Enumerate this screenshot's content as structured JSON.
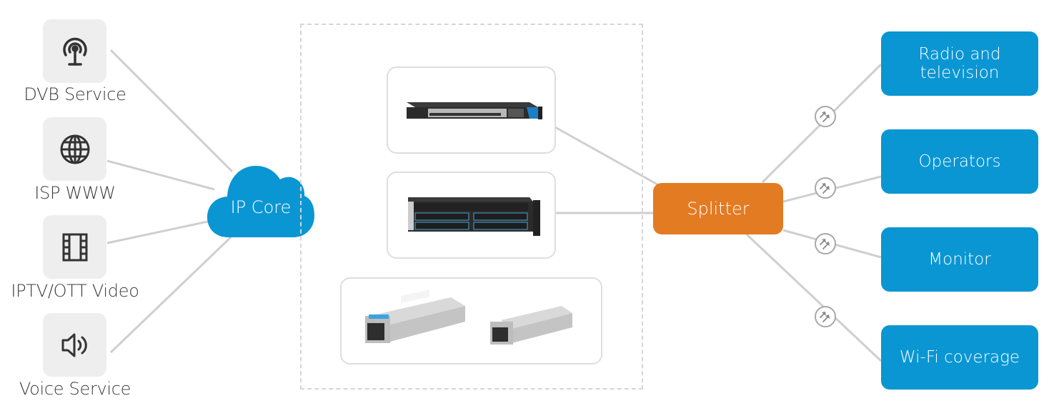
{
  "sources": [
    {
      "label": "DVB Service",
      "icon": "antenna-icon"
    },
    {
      "label": "ISP WWW",
      "icon": "globe-icon"
    },
    {
      "label": "IPTV/OTT Video",
      "icon": "film-icon"
    },
    {
      "label": "Voice Service",
      "icon": "speaker-icon"
    }
  ],
  "core": {
    "label": "IP Core",
    "icon": "cloud-icon"
  },
  "equipment": [
    {
      "name": "1U OLT chassis switch",
      "icon": "olt-1u-image"
    },
    {
      "name": "2U modular OLT chassis",
      "icon": "olt-2u-image"
    },
    {
      "name": "SFP transceiver modules",
      "icon": "sfp-modules-image"
    }
  ],
  "splitter": {
    "label": "Splitter"
  },
  "destinations": [
    {
      "label": "Radio and television"
    },
    {
      "label": "Operators"
    },
    {
      "label": "Monitor"
    },
    {
      "label": "Wi-Fi coverage"
    }
  ],
  "colors": {
    "core": "#0a96d3",
    "destination": "#0a96d3",
    "splitter": "#e37b23",
    "link": "#cfcfcf",
    "tile": "#eeeeee"
  }
}
